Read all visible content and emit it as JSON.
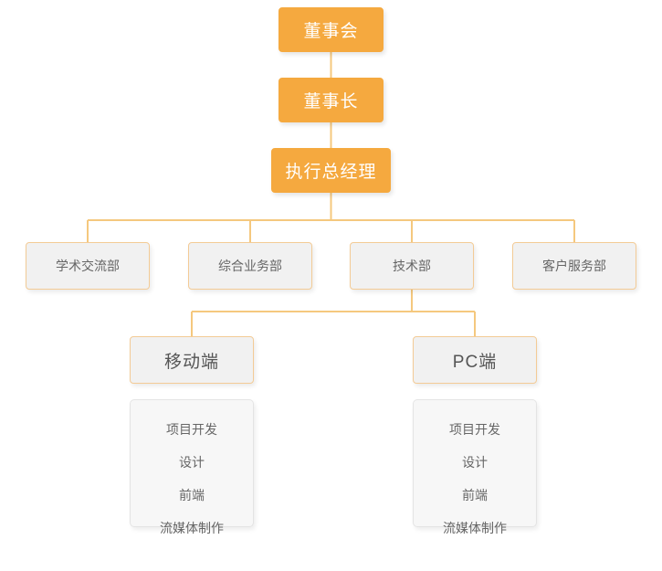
{
  "chart": {
    "title": "组织架构图",
    "type": "org-chart",
    "colors": {
      "accent_fill": "#f5a93f",
      "accent_border": "#f3cb96",
      "box_fill": "#f1f1f1",
      "leaf_fill": "#f7f7f7",
      "leaf_border": "#e4e4e4",
      "connector": "#f5c87e",
      "text_dark": "#666666",
      "text_light": "#ffffff"
    }
  },
  "levels": {
    "board": {
      "label": "董事会"
    },
    "chairman": {
      "label": "董事长"
    },
    "general_manager": {
      "label": "执行总经理"
    }
  },
  "departments": [
    {
      "label": "学术交流部"
    },
    {
      "label": "综合业务部"
    },
    {
      "label": "技术部"
    },
    {
      "label": "客户服务部"
    }
  ],
  "platforms": [
    {
      "label": "移动端",
      "items": [
        "项目开发",
        "设计",
        "前端",
        "流媒体制作"
      ]
    },
    {
      "label": "PC端",
      "items": [
        "项目开发",
        "设计",
        "前端",
        "流媒体制作"
      ]
    }
  ]
}
